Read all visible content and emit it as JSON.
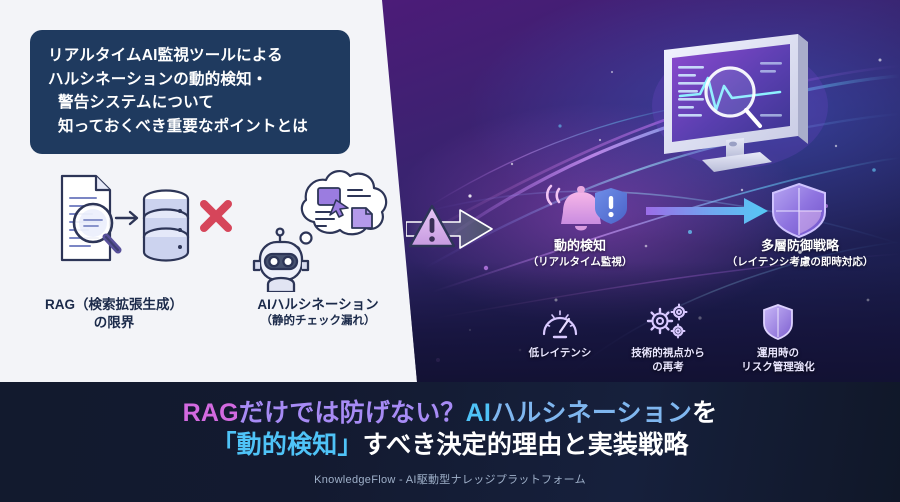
{
  "header_card": {
    "lines": [
      "リアルタイムAI監視ツールによる",
      "ハルシネーションの動的検知・",
      "警告システムについて",
      "知っておくべき重要なポイントとは"
    ]
  },
  "left_section": {
    "captions": [
      {
        "line1": "RAG（検索拡張生成）",
        "line2": "の限界"
      },
      {
        "line1": "AIハルシネーション",
        "line2": "（静的チェック漏れ）"
      }
    ],
    "icons": [
      "document-magnifier-icon",
      "database-icon",
      "red-x-icon",
      "robot-icon",
      "thought-bubble-icon",
      "warning-arrow-icon"
    ]
  },
  "right_section": {
    "nodes": [
      {
        "line1": "動的検知",
        "line2": "（リアルタイム監視）",
        "icon": "alert-bell-icon"
      },
      {
        "line1": "多層防御戦略",
        "line2": "（レイテンシ考慮の即時対応）",
        "icon": "shield-icon"
      }
    ],
    "features": [
      {
        "label_1": "低レイテンシ",
        "label_2": "",
        "icon": "gauge-icon"
      },
      {
        "label_1": "技術的視点から",
        "label_2": "の再考",
        "icon": "gears-icon"
      },
      {
        "label_1": "運用時の",
        "label_2": "リスク管理強化",
        "icon": "shield-check-icon"
      }
    ],
    "monitor_icon": "monitor-pulse-magnifier-icon"
  },
  "footer": {
    "title_line1": [
      {
        "text": "RAG",
        "color": "#d36ae0"
      },
      {
        "text": "だけでは防げない？",
        "color": "#a78bf5"
      },
      {
        "text": "AI",
        "color": "#4fc3f7"
      },
      {
        "text": "ハルシネーション",
        "color": "#7fb6ef"
      },
      {
        "text": "を",
        "color": "#ffffff"
      }
    ],
    "title_line2": [
      {
        "text": "「動的検知」",
        "color": "#4fc3f7"
      },
      {
        "text": "すべき決定的理由と実装戦略",
        "color": "#ffffff"
      }
    ],
    "subtitle": "KnowledgeFlow - AI駆動型ナレッジプラットフォーム"
  },
  "colors": {
    "left_bg": "#f3f4f8",
    "card_bg": "#1f3a5f",
    "purple": "#5c2189",
    "navy": "#121a2e",
    "accent_pink": "#d36ae0",
    "accent_cyan": "#4fc3f7"
  }
}
